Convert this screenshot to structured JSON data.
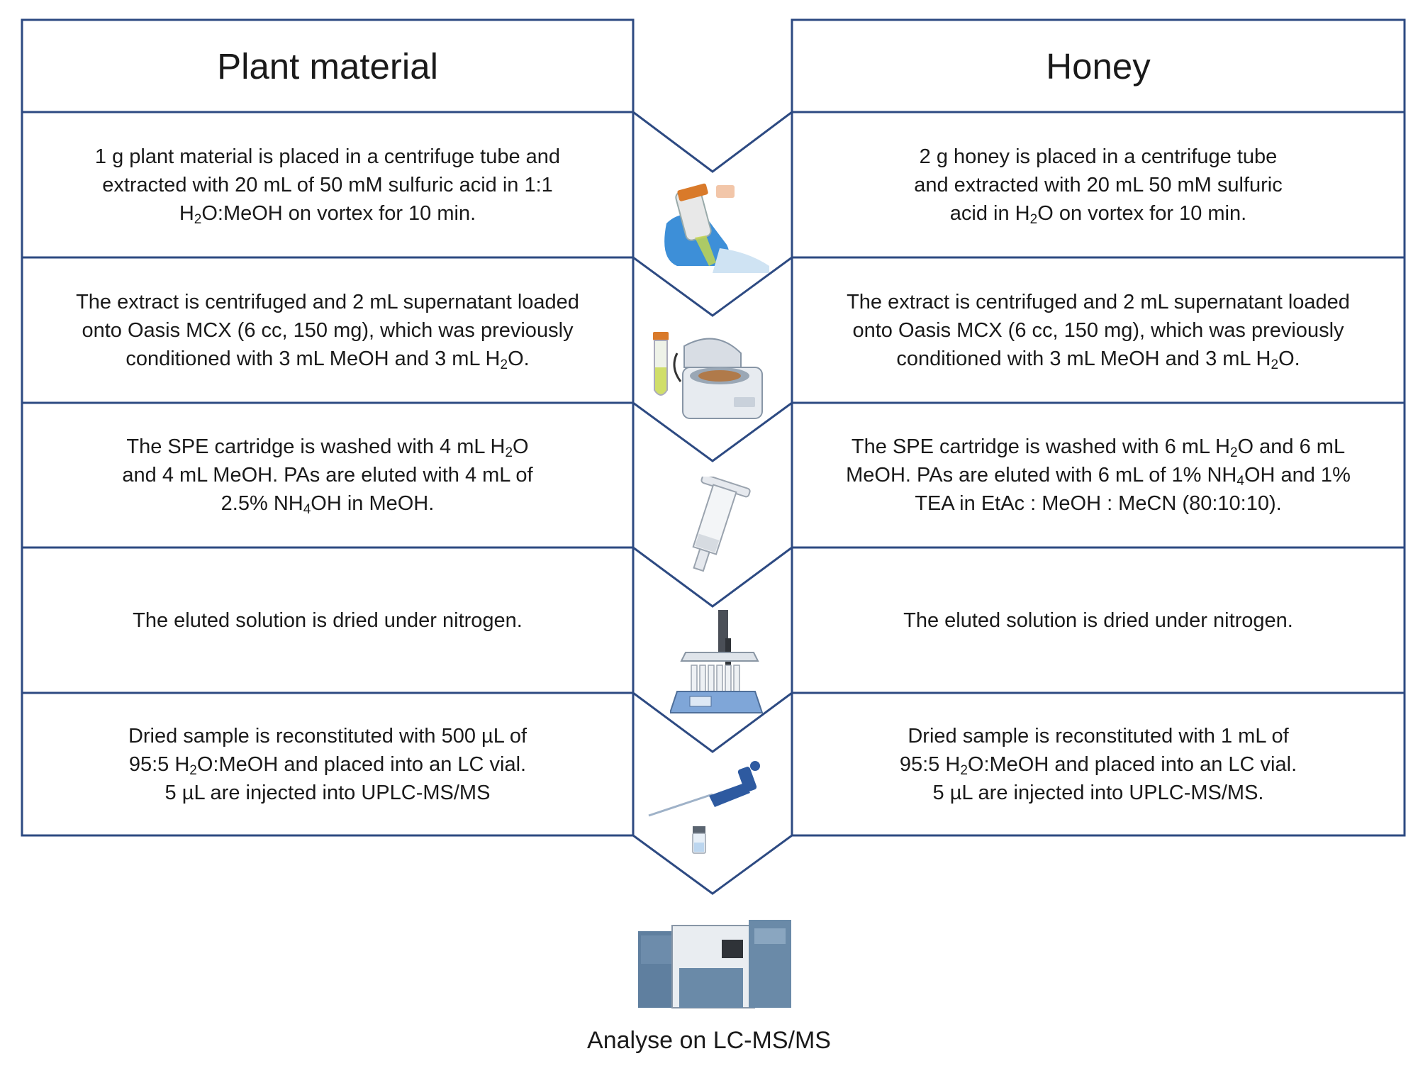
{
  "left": {
    "title": "Plant material",
    "steps": [
      [
        "1 g plant material is placed in a centrifuge tube and",
        "extracted with 20 mL of 50 mM sulfuric acid in 1:1",
        "H<sub>2</sub>O:MeOH on vortex for 10 min."
      ],
      [
        "The extract is centrifuged and 2 mL supernatant loaded",
        "onto Oasis MCX (6 cc, 150 mg), which was previously",
        "conditioned with 3 mL MeOH and 3 mL H<sub>2</sub>O."
      ],
      [
        "The SPE cartridge is washed with 4 mL H<sub>2</sub>O",
        "and 4 mL MeOH. PAs are eluted with 4 mL of",
        "2.5% NH<sub>4</sub>OH in MeOH."
      ],
      [
        "The eluted solution is dried under nitrogen."
      ],
      [
        "Dried sample is reconstituted with 500 µL of",
        "95:5 H<sub>2</sub>O:MeOH and placed into an LC vial.",
        "5 µL are injected into UPLC-MS/MS"
      ]
    ]
  },
  "right": {
    "title": "Honey",
    "steps": [
      [
        "2 g honey is placed in a centrifuge tube",
        "and extracted with 20 mL 50 mM sulfuric",
        "acid in H<sub>2</sub>O on vortex for 10 min."
      ],
      [
        "The extract is centrifuged and 2 mL supernatant loaded",
        "onto Oasis MCX (6 cc, 150 mg), which was previously",
        "conditioned with 3 mL MeOH and 3 mL H<sub>2</sub>O."
      ],
      [
        "The SPE cartridge is washed with 6 mL H<sub>2</sub>O and 6 mL",
        "MeOH. PAs are eluted with 6 mL of 1% NH<sub>4</sub>OH and 1%",
        "TEA in EtAc : MeOH : MeCN (80:10:10)."
      ],
      [
        "The eluted solution is dried under nitrogen."
      ],
      [
        "Dried sample is reconstituted with 1 mL of",
        "95:5 H<sub>2</sub>O:MeOH and placed into an LC vial.",
        "5 µL are injected into UPLC-MS/MS."
      ]
    ]
  },
  "footer": {
    "label": "Analyse on LC-MS/MS"
  },
  "colors": {
    "border": "#2d4a82",
    "glove": "#3d8fd8",
    "tube_cap": "#d97a2a",
    "instrument": "#5f7f9f"
  },
  "icons": [
    "vortex-hand-icon",
    "centrifuge-icon",
    "spe-cartridge-icon",
    "nitrogen-evaporator-icon",
    "pipette-vial-icon",
    "lc-ms-instrument-icon"
  ]
}
